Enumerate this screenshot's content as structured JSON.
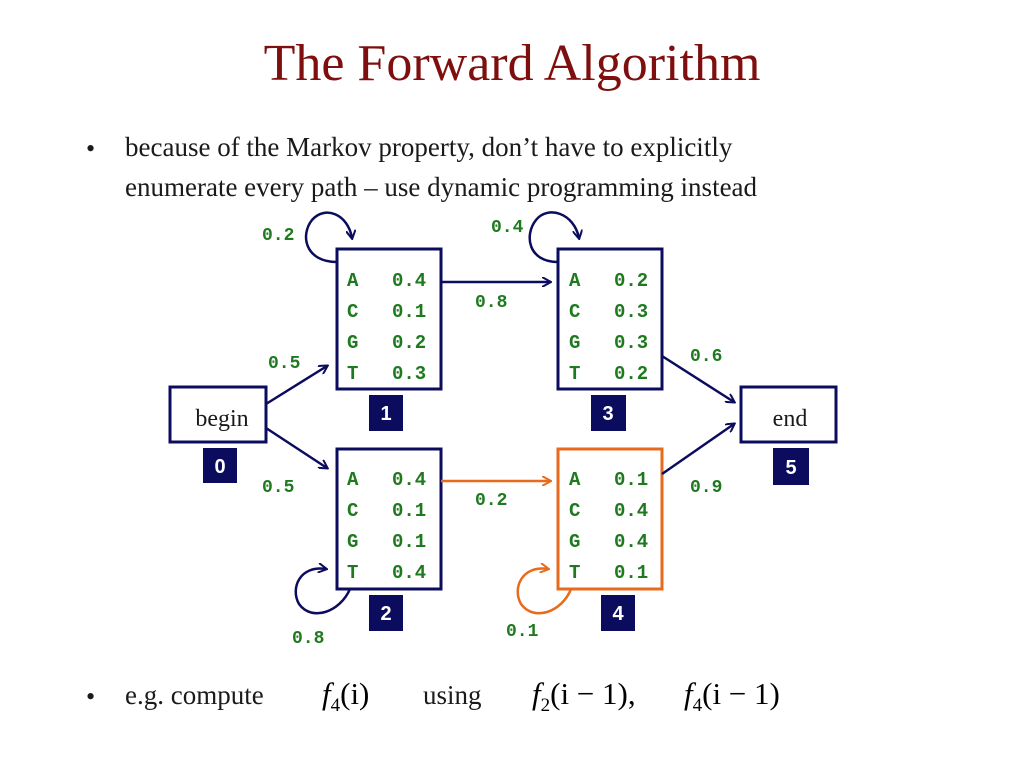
{
  "title": "The Forward Algorithm",
  "bullets": {
    "first_line1": "because of the Markov property, don’t have to explicitly",
    "first_line2": "enumerate every path – use dynamic programming instead",
    "second_prefix": "e.g. compute",
    "second_using": "using",
    "bullet_char": "•"
  },
  "formula": {
    "target_f": "f",
    "target_sub": "4",
    "target_arg": "(i)",
    "term1_f": "f",
    "term1_sub": "2",
    "term1_arg": "(i − 1),",
    "term2_f": "f",
    "term2_sub": "4",
    "term2_arg": "(i − 1)"
  },
  "states": {
    "begin": {
      "label": "begin",
      "id": "0"
    },
    "end": {
      "label": "end",
      "id": "5"
    },
    "s1": {
      "id": "1",
      "emissions": [
        [
          "A",
          "0.4"
        ],
        [
          "C",
          "0.1"
        ],
        [
          "G",
          "0.2"
        ],
        [
          "T",
          "0.3"
        ]
      ]
    },
    "s2": {
      "id": "2",
      "emissions": [
        [
          "A",
          "0.4"
        ],
        [
          "C",
          "0.1"
        ],
        [
          "G",
          "0.1"
        ],
        [
          "T",
          "0.4"
        ]
      ]
    },
    "s3": {
      "id": "3",
      "emissions": [
        [
          "A",
          "0.2"
        ],
        [
          "C",
          "0.3"
        ],
        [
          "G",
          "0.3"
        ],
        [
          "T",
          "0.2"
        ]
      ]
    },
    "s4": {
      "id": "4",
      "emissions": [
        [
          "A",
          "0.1"
        ],
        [
          "C",
          "0.4"
        ],
        [
          "G",
          "0.4"
        ],
        [
          "T",
          "0.1"
        ]
      ]
    }
  },
  "transitions": {
    "self_1": "0.2",
    "self_3": "0.4",
    "self_2": "0.8",
    "self_4": "0.1",
    "begin_to_1": "0.5",
    "begin_to_2": "0.5",
    "s1_to_s3": "0.8",
    "s2_to_s4": "0.2",
    "s3_to_end": "0.6",
    "s4_to_end": "0.9"
  },
  "colors": {
    "title": "#7f0f0f",
    "navy": "#0c0c5e",
    "green": "#1f7a1f",
    "orange": "#e86a1c",
    "text": "#1a1a1a"
  }
}
